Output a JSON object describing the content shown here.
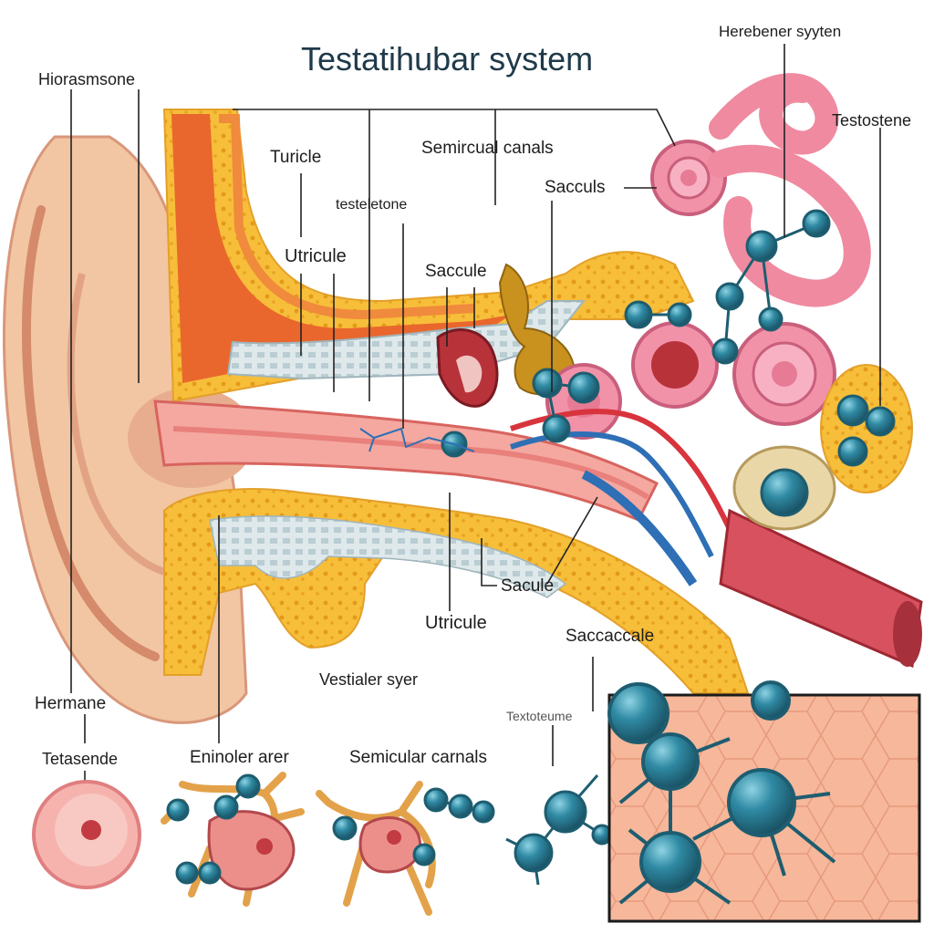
{
  "title": "Testatihubar system",
  "labels": {
    "top_left": "Hiorasmsone",
    "top_right": "Herebener syyten",
    "top_right_2": "Testostene",
    "turicle": "Turicle",
    "semicircular_canals": "Semircual canals",
    "saccculs": "Sacculs",
    "testeletone": "testeletone",
    "utricule_upper": "Utricule",
    "saccule_upper": "Saccule",
    "sacule_lower": "Sacule",
    "utricule_lower": "Utricule",
    "saccaccale": "Saccaccale",
    "vestialer": "Vestialer syer",
    "hermane": "Hermane",
    "tetasende": "Tetasende",
    "eninoler": "Eninoler arer",
    "semicular": "Semicular carnals",
    "textoteume": "Textoteume"
  },
  "colors": {
    "skin": "#f2c6a2",
    "bone_yellow": "#f5b830",
    "cochlea_pink": "#ef8aa0",
    "molecule_teal": "#2b7f97",
    "vessel_red": "#d8343d",
    "vessel_blue": "#2e6fb5",
    "tissue_peach": "#f6b498"
  }
}
